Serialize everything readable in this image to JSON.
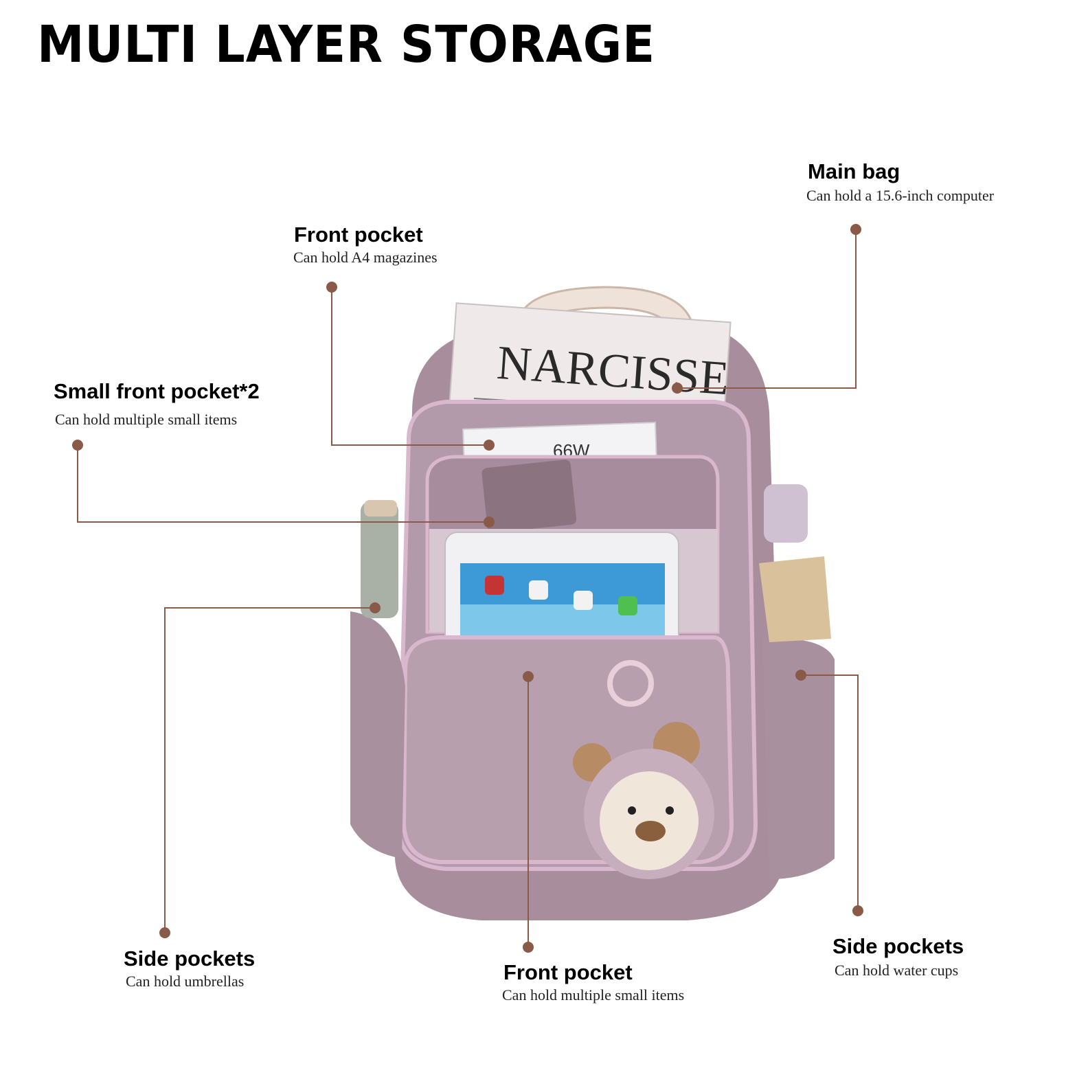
{
  "headline": "MULTI LAYER STORAGE",
  "colors": {
    "leader": "#8a5a48",
    "bag_body": "#b29aaa",
    "bag_dark": "#9b8090",
    "bag_light": "#d6c7d0",
    "zipper_trim": "#d9b7cc",
    "handle": "#efe2d8"
  },
  "callouts": {
    "main_bag": {
      "title": "Main bag",
      "desc": "Can hold a 15.6-inch computer"
    },
    "front_pocket_top": {
      "title": "Front pocket",
      "desc": "Can hold A4 magazines"
    },
    "small_front_pocket": {
      "title": "Small front pocket*2",
      "desc": "Can hold multiple small items"
    },
    "side_pockets_left": {
      "title": "Side pockets",
      "desc": "Can hold umbrellas"
    },
    "front_pocket_bottom": {
      "title": "Front pocket",
      "desc": "Can hold multiple small items"
    },
    "side_pockets_right": {
      "title": "Side pockets",
      "desc": "Can hold water cups"
    }
  },
  "photo": {
    "magazine_title": "NARCISSE",
    "charger_label": "66W"
  }
}
